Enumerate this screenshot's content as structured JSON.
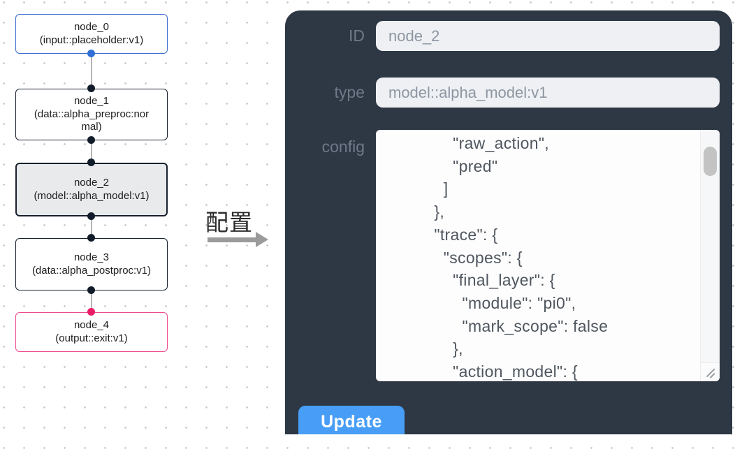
{
  "canvas": {
    "nodes": [
      {
        "name": "node_0",
        "type": "(input::placeholder:v1)"
      },
      {
        "name": "node_1",
        "type": "(data::alpha_preproc:normal)"
      },
      {
        "name": "node_2",
        "type": "(model::alpha_model:v1)"
      },
      {
        "name": "node_3",
        "type": "(data::alpha_postproc:v1)"
      },
      {
        "name": "node_4",
        "type": "(output::exit:v1)"
      }
    ],
    "arrow_label": "配置"
  },
  "panel": {
    "id_field": {
      "label": "ID",
      "value": "node_2"
    },
    "type_field": {
      "label": "type",
      "value": "model::alpha_model:v1"
    },
    "config_field": {
      "label": "config",
      "value": "      \"raw_action\",\n      \"pred\"\n    ]\n  },\n  \"trace\": {\n    \"scopes\": {\n      \"final_layer\": {\n        \"module\": \"pi0\",\n        \"mark_scope\": false\n      },\n      \"action_model\": {"
    },
    "update_label": "Update"
  },
  "colors": {
    "panel-bg": "#2e3744",
    "accent-blue": "#3b6bd0",
    "accent-pink": "#ee4b8f",
    "button-blue": "#489df6",
    "handle-dark": "#111b29",
    "handle-blue": "#2f6fd6",
    "handle-pink": "#ec1a67"
  }
}
